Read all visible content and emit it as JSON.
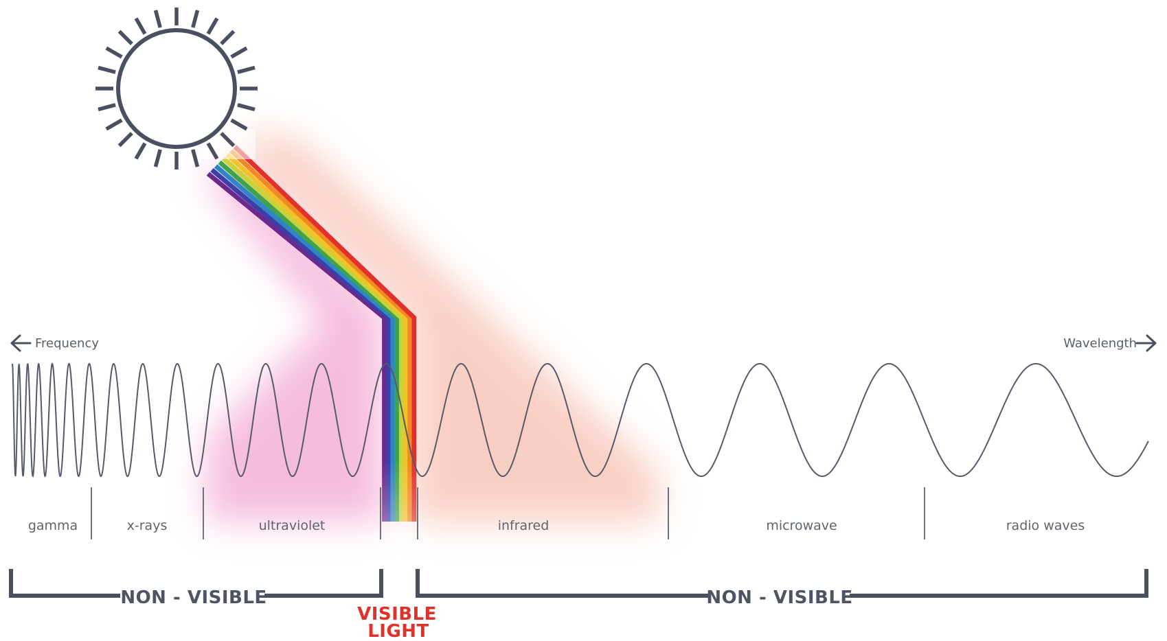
{
  "axis": {
    "left_label": "Frequency",
    "right_label": "Wavelength"
  },
  "bands": [
    {
      "id": "gamma",
      "label": "gamma"
    },
    {
      "id": "x-rays",
      "label": "x-rays"
    },
    {
      "id": "ultraviolet",
      "label": "ultraviolet"
    },
    {
      "id": "infrared",
      "label": "infrared"
    },
    {
      "id": "microwave",
      "label": "microwave"
    },
    {
      "id": "radio-waves",
      "label": "radio waves"
    }
  ],
  "groups": {
    "left": "NON - VISIBLE",
    "right": "NON - VISIBLE",
    "visible_line1": "VISIBLE",
    "visible_line2": "LIGHT"
  },
  "colors": {
    "ink": "#4b5060",
    "wave": "#555a68",
    "visible_accent": "#e2312b",
    "ultraviolet_glow": "#ee86c4",
    "infrared_glow": "#f4a994",
    "spectrum": [
      "#6a2a8c",
      "#3b3fa6",
      "#2f86c7",
      "#3fa34d",
      "#c8d23a",
      "#f2c228",
      "#f08a24",
      "#e2312b"
    ]
  },
  "icons": {
    "sun": "sun-icon",
    "left_arrow": "arrow-left-icon",
    "right_arrow": "arrow-right-icon"
  }
}
